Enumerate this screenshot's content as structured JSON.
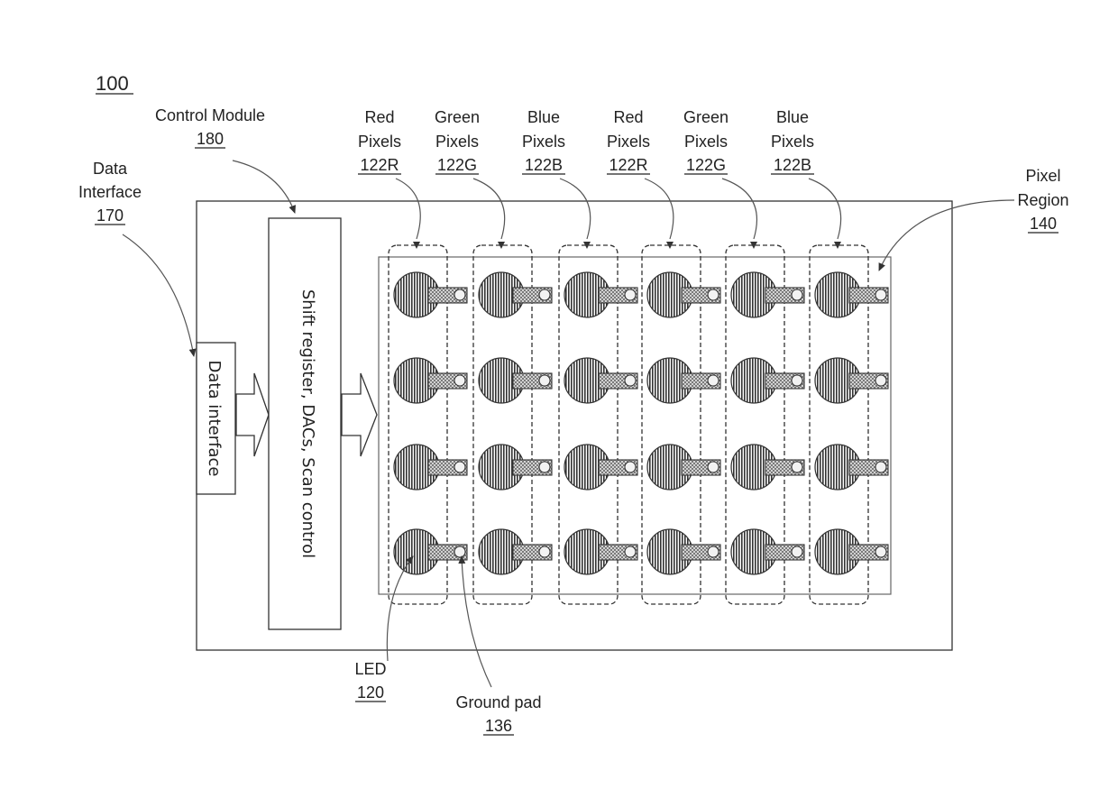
{
  "figure_number": "100",
  "labels": {
    "control_module": {
      "name": "Control Module",
      "ref": "180"
    },
    "data_interface": {
      "name_line1": "Data",
      "name_line2": "Interface",
      "ref": "170"
    },
    "pixel_region": {
      "name_line1": "Pixel",
      "name_line2": "Region",
      "ref": "140"
    },
    "led": {
      "name": "LED",
      "ref": "120"
    },
    "ground_pad": {
      "name": "Ground pad",
      "ref": "136"
    }
  },
  "blocks": {
    "data_interface_text": "Data interface",
    "shift_register_text": "Shift register, DACs, Scan control"
  },
  "columns": [
    {
      "line1": "Red",
      "line2": "Pixels",
      "ref": "122R"
    },
    {
      "line1": "Green",
      "line2": "Pixels",
      "ref": "122G"
    },
    {
      "line1": "Blue",
      "line2": "Pixels",
      "ref": "122B"
    },
    {
      "line1": "Red",
      "line2": "Pixels",
      "ref": "122R"
    },
    {
      "line1": "Green",
      "line2": "Pixels",
      "ref": "122G"
    },
    {
      "line1": "Blue",
      "line2": "Pixels",
      "ref": "122B"
    }
  ],
  "pixel_rows": 4
}
